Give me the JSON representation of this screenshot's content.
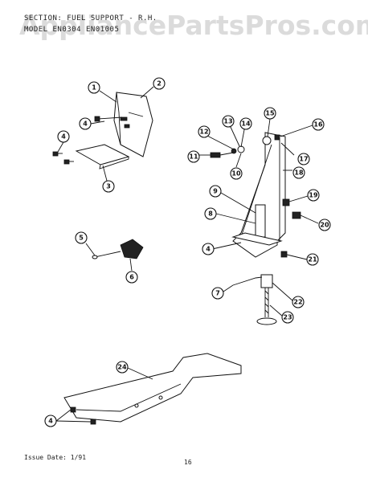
{
  "header": {
    "section_line": "SECTION: FUEL SUPPORT - R.H.",
    "model_line": "MODEL  EN0304  EN01005"
  },
  "watermark": "AppliancePartsPros.com",
  "footer": {
    "issue_date": "Issue Date: 1/91",
    "page_number": "16"
  },
  "callouts": [
    "1",
    "2",
    "3",
    "4",
    "5",
    "6",
    "7",
    "8",
    "9",
    "10",
    "11",
    "12",
    "13",
    "14",
    "15",
    "16",
    "17",
    "18",
    "19",
    "20",
    "21",
    "22",
    "23",
    "24",
    "4",
    "4"
  ],
  "colors": {
    "line": "#111111",
    "background": "#ffffff",
    "watermark": "#bebebe"
  }
}
